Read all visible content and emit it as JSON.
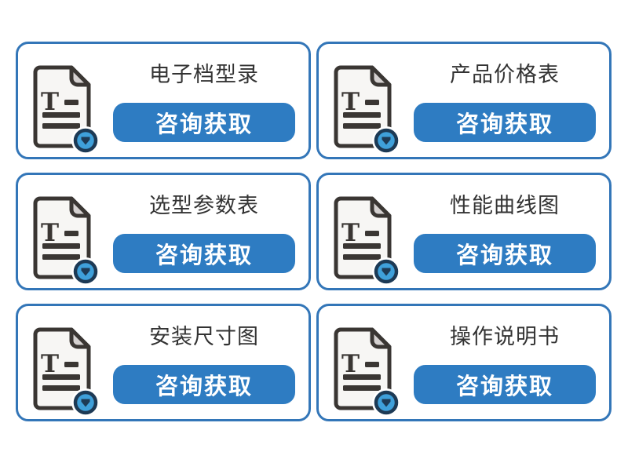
{
  "page": {
    "background_color": "#ffffff"
  },
  "colors": {
    "card_border_blue": "#3376b8",
    "button_blue": "#2e7cc2",
    "title_text": "#333333",
    "button_text": "#ffffff",
    "icon_ink": "#3a3633",
    "icon_page_fill": "#f7f6f4",
    "icon_fold_gray": "#d5d1d0",
    "icon_badge_blue": "#3fa0da",
    "icon_badge_navy": "#1d3a55"
  },
  "icon": {
    "name": "document-download-icon",
    "letter": "T"
  },
  "cards": [
    {
      "title": "电子档型录",
      "button_label": "咨询获取"
    },
    {
      "title": "产品价格表",
      "button_label": "咨询获取"
    },
    {
      "title": "选型参数表",
      "button_label": "咨询获取"
    },
    {
      "title": "性能曲线图",
      "button_label": "咨询获取"
    },
    {
      "title": "安装尺寸图",
      "button_label": "咨询获取"
    },
    {
      "title": "操作说明书",
      "button_label": "咨询获取"
    }
  ]
}
